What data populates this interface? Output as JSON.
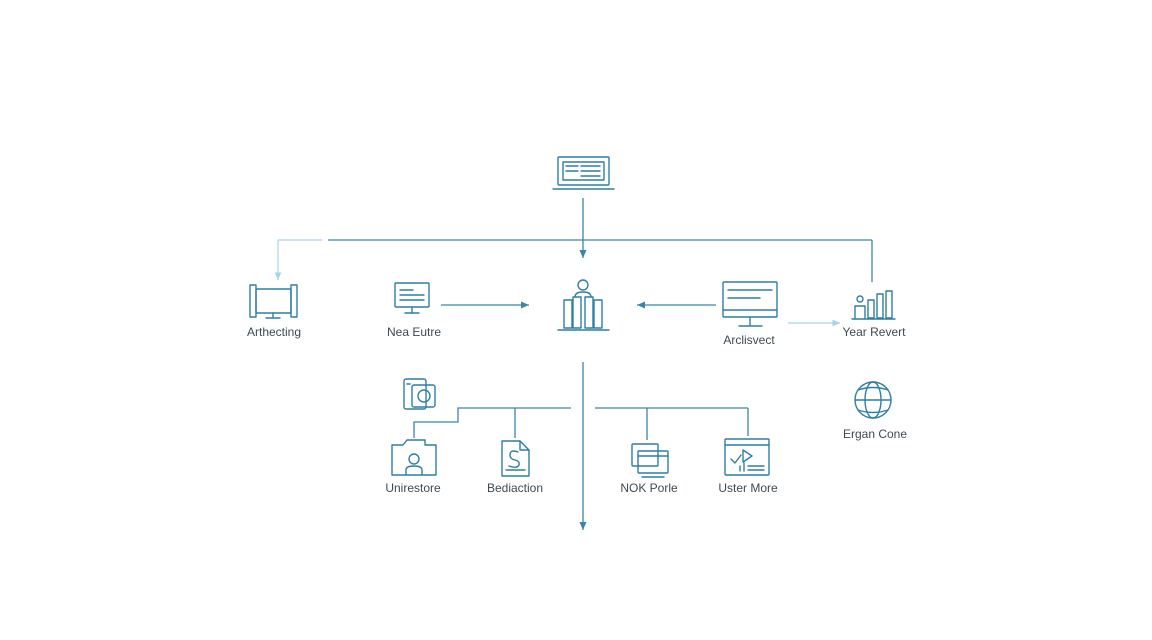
{
  "diagram": {
    "accent_color": "#2f7fa3",
    "line_color": "#3b86a8",
    "light_line_color": "#a9d3e6",
    "nodes": {
      "top_laptop": {
        "icon": "laptop-icon",
        "label": ""
      },
      "hub": {
        "icon": "building-person-icon",
        "label": ""
      },
      "left_monitor": {
        "icon": "monitor-icon",
        "label": "Arthecting"
      },
      "new_feature": {
        "icon": "document-screen-icon",
        "label": "Nea Eutre"
      },
      "right_desktop": {
        "icon": "desktop-icon",
        "label": "Arclisvect"
      },
      "year_report": {
        "icon": "bar-chart-icon",
        "label": "Year Revert"
      },
      "globe": {
        "icon": "globe-icon",
        "label": "Ergan Cone"
      },
      "camera_doc": {
        "icon": "camera-icon",
        "label": ""
      },
      "directory": {
        "icon": "folder-user-icon",
        "label": "Unirestore"
      },
      "deduction": {
        "icon": "document-s-icon",
        "label": "Bediaction"
      },
      "nok_portal": {
        "icon": "windows-stack-icon",
        "label": "NOK Porle"
      },
      "user_more": {
        "icon": "browser-play-icon",
        "label": "Uster More"
      }
    }
  }
}
